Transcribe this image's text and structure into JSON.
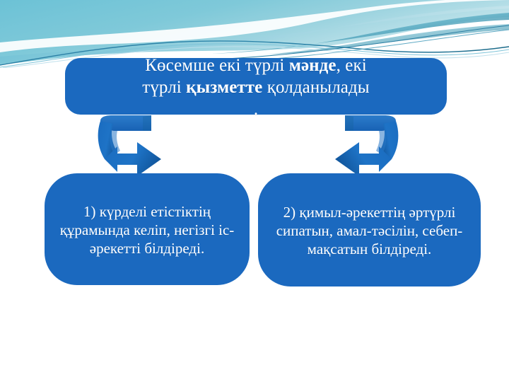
{
  "slide": {
    "background_color": "#ffffff",
    "accent_blue": "#1B69BF",
    "banner_teal_light": "#7FCBDB",
    "banner_teal_mid": "#8FC9D8",
    "banner_blue_deep": "#1E6E8C",
    "banner_line": "#2C7FA3"
  },
  "title": {
    "line1_a": "Көсемше екі түрлі ",
    "line1_b": "мәнде",
    "line1_c": ", екі",
    "line2_a": "түрлі ",
    "line2_b": "қызметте",
    "line2_c": " қолданылады",
    "line3": "."
  },
  "boxes": [
    {
      "id": "left",
      "name": "item-1-box",
      "text": "1) күрделі етістіктің құрамында келіп, негізгі іс-әрекетті білдіреді."
    },
    {
      "id": "right",
      "name": "item-2-box",
      "text": "2) қимыл-әрекеттің әртүрлі сипатын, амал-тәсілін, себеп-мақсатын білдіреді."
    }
  ],
  "arrows": [
    {
      "name": "curved-arrow-left",
      "direction": "down-right",
      "color": "#1B69BF"
    },
    {
      "name": "curved-arrow-right",
      "direction": "down-left",
      "color": "#1B69BF"
    }
  ]
}
